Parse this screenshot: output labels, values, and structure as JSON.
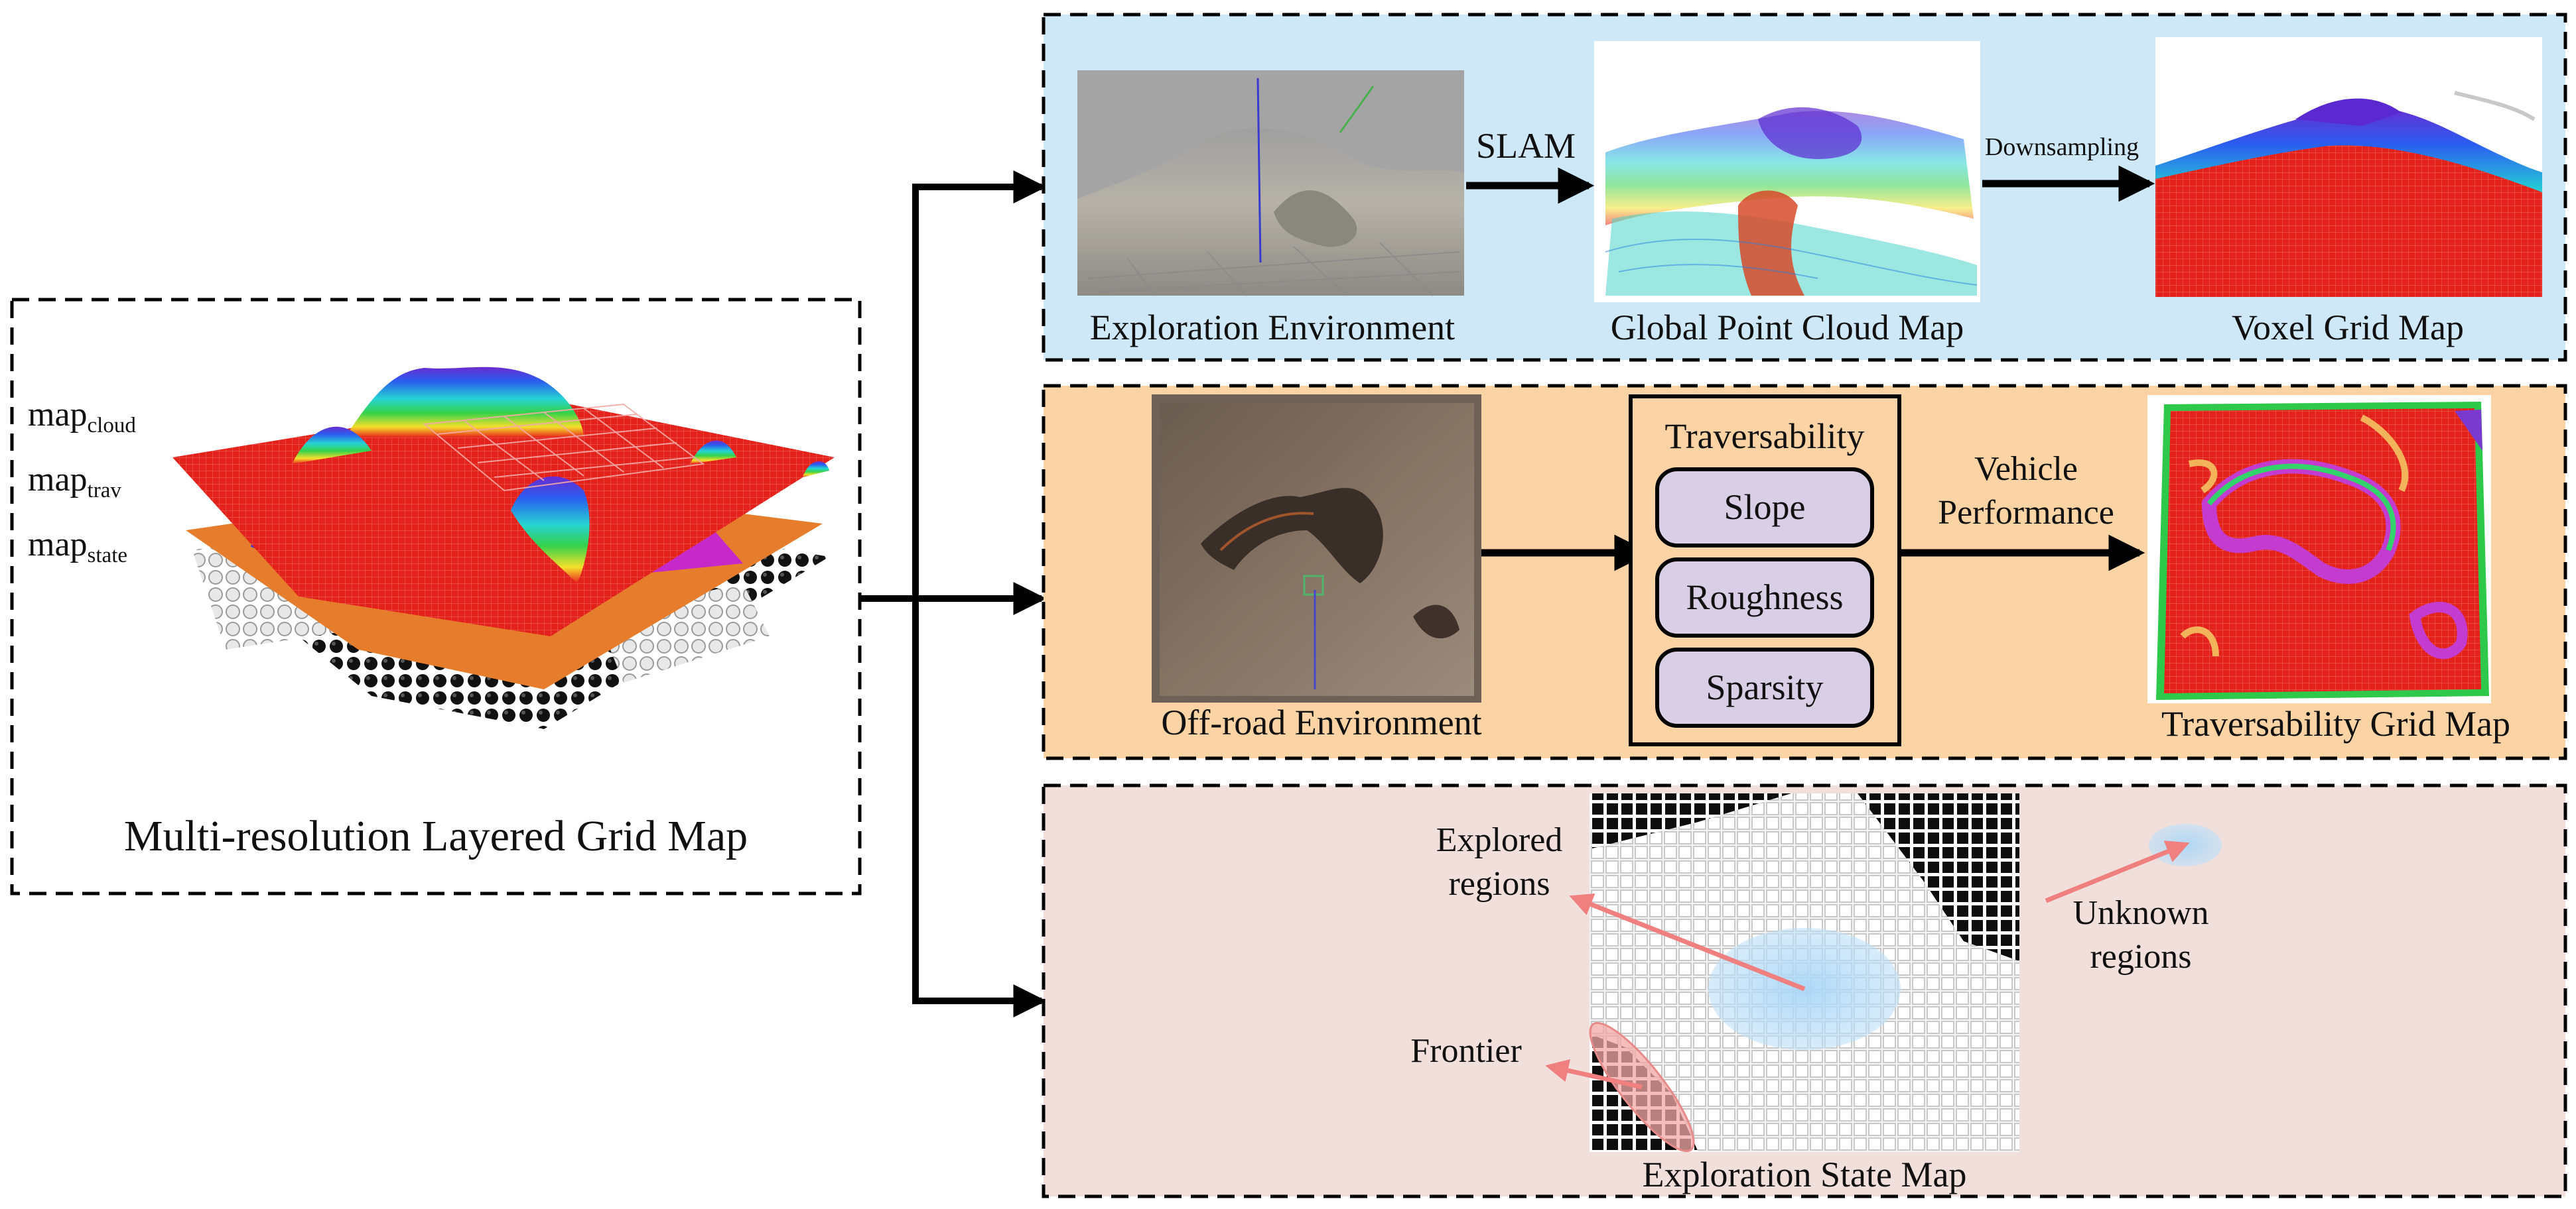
{
  "left_panel": {
    "layers": [
      {
        "base": "map",
        "sub": "cloud"
      },
      {
        "base": "map",
        "sub": "trav"
      },
      {
        "base": "map",
        "sub": "state"
      }
    ],
    "title": "Multi-resolution Layered Grid Map"
  },
  "panel_top": {
    "bg_color": "#cfe8f8",
    "images": [
      {
        "caption": "Exploration Environment",
        "icon": "terrain-render-icon"
      },
      {
        "caption": "Global Point Cloud Map",
        "icon": "point-cloud-icon"
      },
      {
        "caption": "Voxel Grid Map",
        "icon": "voxel-grid-icon"
      }
    ],
    "arrows": [
      "SLAM",
      "Downsampling"
    ]
  },
  "panel_mid": {
    "bg_color": "#fcd3a4",
    "env_caption": "Off-road Environment",
    "traversability": {
      "title": "Traversability",
      "items": [
        "Slope",
        "Roughness",
        "Sparsity"
      ],
      "item_color": "#d8cfe6"
    },
    "arrow_label_1": "Vehicle",
    "arrow_label_2": "Performance",
    "map_caption": "Traversability Grid Map"
  },
  "panel_bottom": {
    "bg_color": "#f1dfdc",
    "map_caption": "Exploration State Map",
    "annotations": {
      "explored_1": "Explored",
      "explored_2": "regions",
      "unknown_1": "Unknown",
      "unknown_2": "regions",
      "frontier": "Frontier"
    }
  }
}
